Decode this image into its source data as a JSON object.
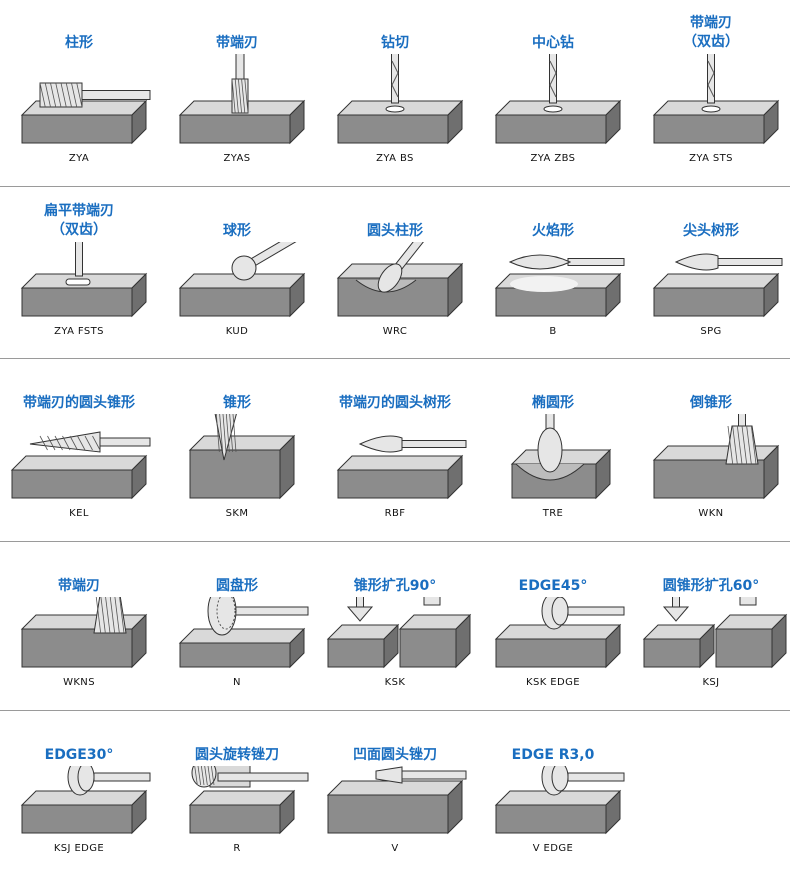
{
  "rows": [
    [
      {
        "title": "柱形",
        "subtitle": "",
        "code": "ZYA",
        "kind": "cyl-side"
      },
      {
        "title": "带端刃",
        "subtitle": "",
        "code": "ZYAS",
        "kind": "cyl-vert"
      },
      {
        "title": "钻切",
        "subtitle": "",
        "code": "ZYA BS",
        "kind": "drill"
      },
      {
        "title": "中心钻",
        "subtitle": "",
        "code": "ZYA ZBS",
        "kind": "drill"
      },
      {
        "title": "带端刃",
        "subtitle": "（双齿）",
        "code": "ZYA STS",
        "kind": "drill"
      }
    ],
    [
      {
        "title": "扁平带端刃",
        "subtitle": "（双齿）",
        "code": "ZYA FSTS",
        "kind": "slot"
      },
      {
        "title": "球形",
        "subtitle": "",
        "code": "KUD",
        "kind": "ball"
      },
      {
        "title": "圆头柱形",
        "subtitle": "",
        "code": "WRC",
        "kind": "round-cyl"
      },
      {
        "title": "火焰形",
        "subtitle": "",
        "code": "B",
        "kind": "flame"
      },
      {
        "title": "尖头树形",
        "subtitle": "",
        "code": "SPG",
        "kind": "tree"
      }
    ],
    [
      {
        "title": "带端刃的圆头锥形",
        "subtitle": "",
        "code": "KEL",
        "kind": "cone-side"
      },
      {
        "title": "锥形",
        "subtitle": "",
        "code": "SKM",
        "kind": "cone-vert"
      },
      {
        "title": "带端刃的圆头树形",
        "subtitle": "",
        "code": "RBF",
        "kind": "tree"
      },
      {
        "title": "椭圆形",
        "subtitle": "",
        "code": "TRE",
        "kind": "oval"
      },
      {
        "title": "倒锥形",
        "subtitle": "",
        "code": "WKN",
        "kind": "inv-cone"
      }
    ],
    [
      {
        "title": "带端刃",
        "subtitle": "",
        "code": "WKNS",
        "kind": "inv-cone"
      },
      {
        "title": "圆盘形",
        "subtitle": "",
        "code": "N",
        "kind": "disc"
      },
      {
        "title": "锥形扩孔90°",
        "subtitle": "",
        "code": "KSK",
        "kind": "countersink"
      },
      {
        "title": "EDGE45°",
        "subtitle": "",
        "code": "KSK EDGE",
        "kind": "edge"
      },
      {
        "title": "圆锥形扩孔60°",
        "subtitle": "",
        "code": "KSJ",
        "kind": "countersink"
      }
    ],
    [
      {
        "title": "EDGE30°",
        "subtitle": "",
        "code": "KSJ EDGE",
        "kind": "edge"
      },
      {
        "title": "圆头旋转锉刀",
        "subtitle": "",
        "code": "R",
        "kind": "rotary"
      },
      {
        "title": "凹面圆头锉刀",
        "subtitle": "",
        "code": "V",
        "kind": "concave"
      },
      {
        "title": "EDGE R3,0",
        "subtitle": "",
        "code": "V EDGE",
        "kind": "edge"
      }
    ]
  ],
  "colors": {
    "title": "#1a6ec0",
    "block_top": "#d9d9d9",
    "block_front": "#8c8c8c",
    "outline": "#333333",
    "tool": "#e6e6e6"
  }
}
